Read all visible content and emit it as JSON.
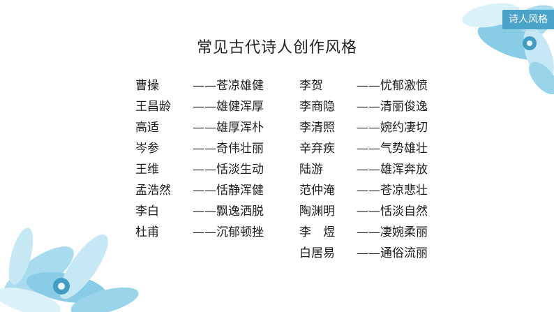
{
  "tag": {
    "label": "诗人风格"
  },
  "title": "常见古代诗人创作风格",
  "left_column": [
    {
      "poet": "曹操",
      "style": "——苍凉雄健"
    },
    {
      "poet": "王昌龄",
      "style": "——雄健浑厚"
    },
    {
      "poet": "高适",
      "style": "——雄厚浑朴"
    },
    {
      "poet": "岑参",
      "style": "——奇伟壮丽"
    },
    {
      "poet": "王维",
      "style": "——恬淡生动"
    },
    {
      "poet": "孟浩然",
      "style": "——恬静浑健"
    },
    {
      "poet": "李白",
      "style": "——飘逸洒脱"
    },
    {
      "poet": "杜甫",
      "style": "——沉郁顿挫"
    }
  ],
  "right_column": [
    {
      "poet": "李贺",
      "style": "——忧郁激愤"
    },
    {
      "poet": "李商隐",
      "style": "——清丽俊逸"
    },
    {
      "poet": "李清照",
      "style": "——婉约凄切"
    },
    {
      "poet": "辛弃疾",
      "style": "——气势雄壮"
    },
    {
      "poet": "陆游",
      "style": "——雄浑奔放"
    },
    {
      "poet": "范仲淹",
      "style": "——苍凉悲壮"
    },
    {
      "poet": "陶渊明",
      "style": "——恬淡自然"
    },
    {
      "poet": "李　煜",
      "style": "——凄婉柔丽"
    },
    {
      "poet": "白居易",
      "style": "——通俗流丽"
    }
  ],
  "colors": {
    "accent": "#4aa3c9",
    "flower_light": "#bfe6f3",
    "flower_mid": "#7cc8e3",
    "flower_dark": "#2f93bd"
  },
  "icons": {
    "top_right": "blue-flower-decoration-icon",
    "bottom_left": "blue-flower-decoration-icon"
  }
}
